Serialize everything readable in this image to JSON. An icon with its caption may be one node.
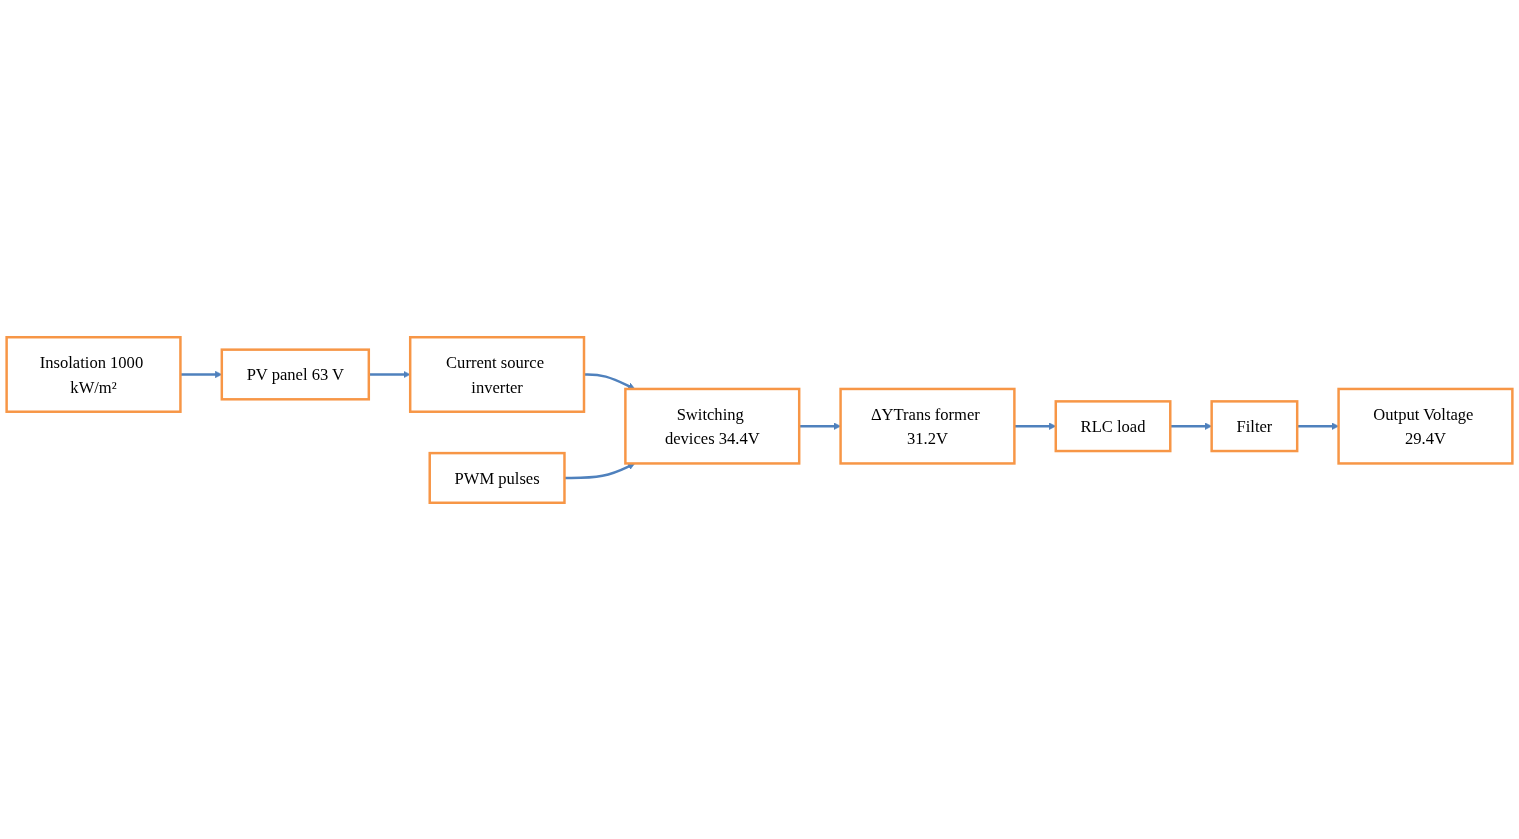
{
  "diagram": {
    "nodes": [
      {
        "text": [
          "Insolation 1000 kW/m²"
        ]
      },
      {
        "text": [
          "PV panel 63 V"
        ]
      },
      {
        "text": [
          "Current source inverter"
        ]
      },
      {
        "text": [
          "Switching devices 34.4V"
        ]
      },
      {
        "text": [
          "ΔYTrans former 31.2V"
        ]
      },
      {
        "text": [
          "RLC load"
        ]
      },
      {
        "text": [
          "PWM pulses"
        ]
      },
      {
        "text": [
          "Filter"
        ]
      },
      {
        "text": [
          "Output Voltage 29.4V"
        ]
      }
    ],
    "edges": [
      {
        "from": 0,
        "to": 1,
        "arrow": "to"
      },
      {
        "from": 1,
        "to": 2,
        "arrow": "to"
      },
      {
        "from": 2,
        "to": 3,
        "arrow": "to"
      },
      {
        "from": 3,
        "to": 4,
        "arrow": "to"
      },
      {
        "from": 4,
        "to": 5,
        "arrow": "to"
      },
      {
        "from": 6,
        "to": 3,
        "arrow": "to"
      },
      {
        "from": 5,
        "to": 7,
        "arrow": "to"
      },
      {
        "from": 7,
        "to": 8,
        "arrow": "to"
      }
    ]
  }
}
